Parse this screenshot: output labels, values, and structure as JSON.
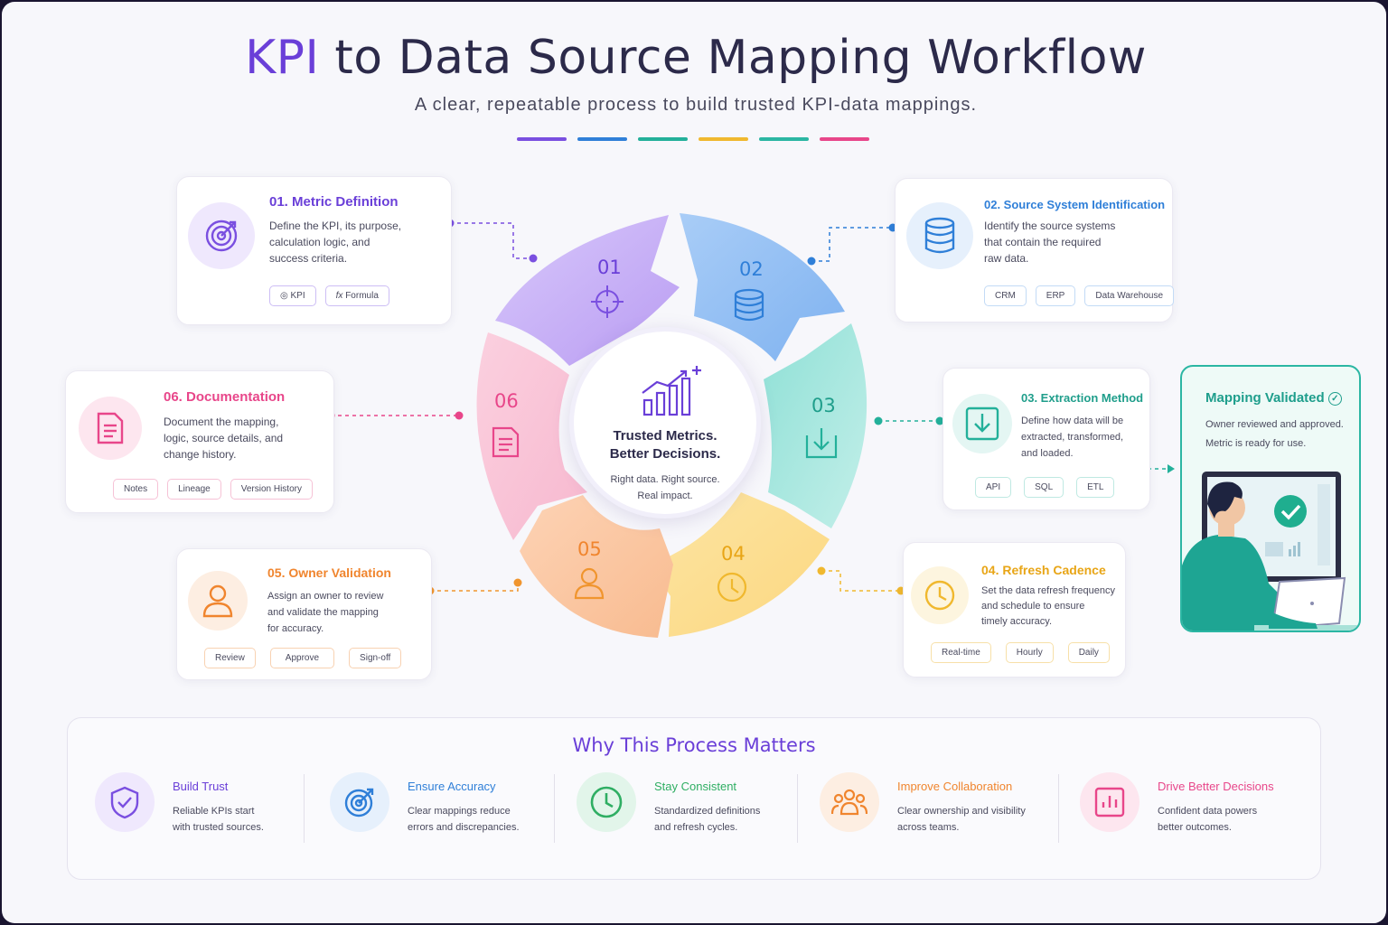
{
  "title": {
    "accent": "KPI",
    "rest": " to Data Source Mapping Workflow"
  },
  "subtitle": "A clear, repeatable process to build trusted KPI-data mappings.",
  "colors": {
    "purple": "#7a4fe0",
    "blue": "#2f7fd8",
    "teal": "#23b09a",
    "orange": "#f0952e",
    "pink": "#e8468a",
    "green": "#2fae63",
    "amber": "#f0b82e"
  },
  "center": {
    "title_line1": "Trusted Metrics.",
    "title_line2": "Better Decisions.",
    "sub_line1": "Right data. Right source.",
    "sub_line2": "Real impact."
  },
  "segments": [
    "01",
    "02",
    "03",
    "04",
    "05",
    "06"
  ],
  "steps": {
    "s1": {
      "title": "01. Metric Definition",
      "text": [
        "Define the KPI, its purpose,",
        "calculation logic, and",
        "success criteria."
      ],
      "tags": [
        "KPI",
        "Formula"
      ],
      "icon": "target-icon"
    },
    "s2": {
      "title": "02. Source System Identification",
      "text": [
        "Identify the source systems",
        "that contain the required",
        "raw data."
      ],
      "tags": [
        "CRM",
        "ERP",
        "Data Warehouse"
      ],
      "icon": "database-icon"
    },
    "s3": {
      "title": "03. Extraction Method",
      "text": [
        "Define how data will be",
        "extracted, transformed,",
        "and loaded."
      ],
      "tags": [
        "API",
        "SQL",
        "ETL"
      ],
      "icon": "download-icon"
    },
    "s4": {
      "title": "04. Refresh Cadence",
      "text": [
        "Set the data refresh frequency",
        "and schedule to ensure",
        "timely accuracy."
      ],
      "tags": [
        "Real-time",
        "Hourly",
        "Daily"
      ],
      "icon": "clock-icon"
    },
    "s5": {
      "title": "05. Owner Validation",
      "text": [
        "Assign an owner to review",
        "and validate the mapping",
        "for accuracy."
      ],
      "tags": [
        "Review",
        "Approve",
        "Sign-off"
      ],
      "icon": "user-icon"
    },
    "s6": {
      "title": "06. Documentation",
      "text": [
        "Document the mapping,",
        "logic, source details, and",
        "change history."
      ],
      "tags": [
        "Notes",
        "Lineage",
        "Version History"
      ],
      "icon": "document-icon"
    }
  },
  "validated": {
    "title": "Mapping Validated",
    "text": [
      "Owner reviewed and approved.",
      "Metric is ready for use."
    ]
  },
  "why": {
    "heading": "Why This Process Matters",
    "items": [
      {
        "title": "Build Trust",
        "text": [
          "Reliable KPIs start",
          "with trusted sources."
        ],
        "icon": "shield-icon"
      },
      {
        "title": "Ensure Accuracy",
        "text": [
          "Clear mappings reduce",
          "errors and discrepancies."
        ],
        "icon": "target-icon"
      },
      {
        "title": "Stay Consistent",
        "text": [
          "Standardized definitions",
          "and refresh cycles."
        ],
        "icon": "clock-icon"
      },
      {
        "title": "Improve Collaboration",
        "text": [
          "Clear ownership and visibility",
          "across teams."
        ],
        "icon": "team-icon"
      },
      {
        "title": "Drive Better Decisions",
        "text": [
          "Confident data powers",
          "better outcomes."
        ],
        "icon": "bar-chart-icon"
      }
    ]
  }
}
